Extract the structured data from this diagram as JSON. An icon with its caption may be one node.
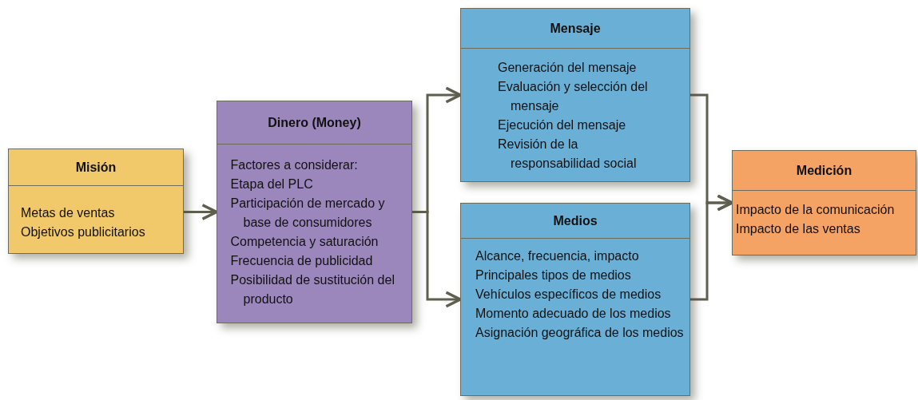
{
  "diagram": {
    "nodes": [
      {
        "text": [
          "Misión",
          "Metas de ventas",
          "Objetivos publicitarios"
        ]
      },
      {
        "text": [
          "Dinero (Money)",
          "Factores a considerar:",
          "Etapa del PLC",
          "Participación de mercado y base de consumidores",
          "Competencia y saturación",
          "Frecuencia de publicidad",
          "Posibilidad de sustitución del producto"
        ]
      },
      {
        "text": [
          "Mensaje",
          "Generación del mensaje",
          "Evaluación y selección del mensaje",
          "Ejecución del mensaje",
          "Revisión de la responsabilidad social"
        ]
      },
      {
        "text": [
          "Medios",
          "Alcance, frecuencia, impacto",
          "Principales tipos de medios",
          "Vehículos específicos de medios",
          "Momento adecuado de los medios",
          "Asignación geográfica de los medios"
        ]
      },
      {
        "text": [
          "Medición",
          "Impacto de la comunicación",
          "Impacto de las ventas"
        ]
      }
    ],
    "edges": [
      {
        "from": 0,
        "to": 1,
        "arrow": "to"
      },
      {
        "from": 1,
        "to": 2,
        "arrow": "to"
      },
      {
        "from": 1,
        "to": 3,
        "arrow": "to"
      },
      {
        "from": 2,
        "to": 4,
        "arrow": "to"
      },
      {
        "from": 3,
        "to": 4,
        "arrow": "to"
      }
    ]
  }
}
